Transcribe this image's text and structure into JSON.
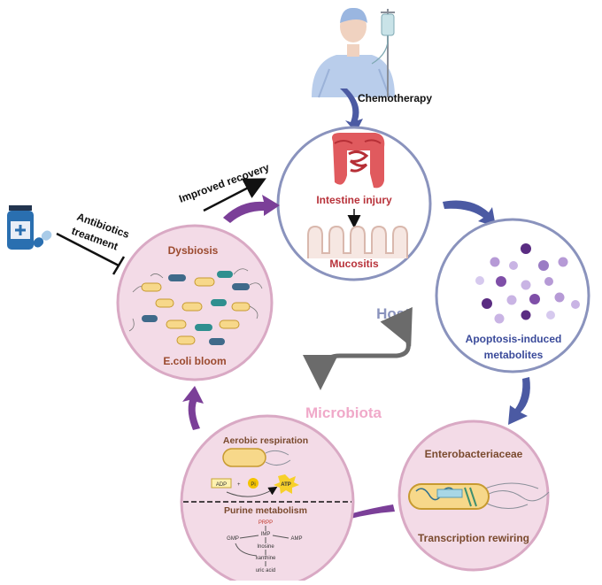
{
  "labels": {
    "chemotherapy": "Chemotherapy",
    "intestine_injury": "Intestine injury",
    "mucositis": "Mucositis",
    "apoptosis_line1": "Apoptosis-induced",
    "apoptosis_line2": "metabolites",
    "enterobacteriaceae": "Enterobacteriaceae",
    "transcription_rewiring": "Transcription rewiring",
    "aerobic_respiration": "Aerobic respiration",
    "adp": "ADP",
    "pi": "Pi",
    "atp": "ATP",
    "purine_metabolism": "Purine metabolism",
    "prpp": "PRPP",
    "imp": "IMP",
    "gmp": "GMP",
    "amp": "AMP",
    "inosine": "Inosine",
    "xanthine": "xanthine",
    "uric_acid": "uric acid",
    "dysbiosis": "Dysbiosis",
    "ecoli_bloom": "E.coli bloom",
    "improved_recovery": "Improved recovery",
    "antibiotics_line1": "Antibiotics",
    "antibiotics_line2": "treatment",
    "host": "Host",
    "microbiota": "Microbiota"
  },
  "colors": {
    "host_ring": "#8a93bd",
    "pink_ring": "#d9a9c4",
    "pink_fill": "#f3dbe7",
    "circle_fill": "#ffffff",
    "purple_arrow": "#7b3f98",
    "blue_arrow": "#4b5aa3",
    "title_red": "#b8323a",
    "dysbiosis_brown": "#9b4a2e",
    "enterobacteriaceae_brown": "#7a4a2e",
    "host_text": "#8a93bd",
    "microbiota_text": "#f0a9c9",
    "apoptosis_text": "#3a4a9a"
  },
  "icons": [
    "patient-iv-icon",
    "intestine-icon",
    "villi-icon",
    "metabolite-dots-icon",
    "bacterium-icon",
    "medicine-bottle-icon",
    "pill-icon"
  ]
}
